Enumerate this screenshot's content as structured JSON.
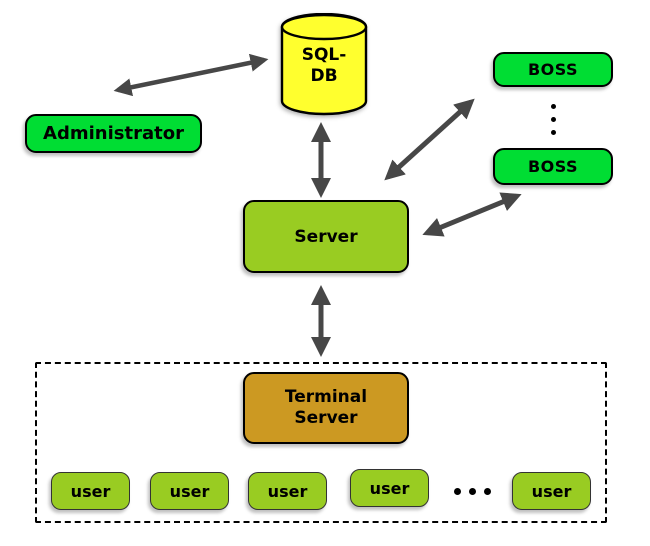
{
  "diagram": {
    "background_color": "#ffffff",
    "colors": {
      "node_bright_green": "#00dd33",
      "node_yellow": "#ffff2e",
      "node_yellow_green": "#99cc22",
      "node_gold": "#cc9922",
      "arrow": "#474747",
      "outline": "#000000"
    },
    "nodes": {
      "sql_db": {
        "lines": [
          "SQL-",
          "DB"
        ]
      },
      "administrator": {
        "label": "Administrator"
      },
      "boss_top": {
        "label": "BOSS"
      },
      "boss_bottom": {
        "label": "BOSS"
      },
      "server": {
        "label": "Server"
      },
      "terminal_server": {
        "lines": [
          "Terminal",
          "Server"
        ]
      },
      "users": [
        {
          "label": "user"
        },
        {
          "label": "user"
        },
        {
          "label": "user"
        },
        {
          "label": "user"
        },
        {
          "label": "user"
        }
      ]
    },
    "icons": {
      "boss_ellipsis": "vertical-dots",
      "user_ellipsis": "horizontal-dots"
    },
    "edges": [
      {
        "from": "administrator",
        "to": "sql_db",
        "type": "double-arrow"
      },
      {
        "from": "sql_db",
        "to": "server",
        "type": "double-arrow"
      },
      {
        "from": "server",
        "to": "boss_top",
        "type": "double-arrow"
      },
      {
        "from": "server",
        "to": "boss_bottom",
        "type": "double-arrow"
      },
      {
        "from": "server",
        "to": "terminal_group",
        "type": "double-arrow"
      }
    ]
  }
}
